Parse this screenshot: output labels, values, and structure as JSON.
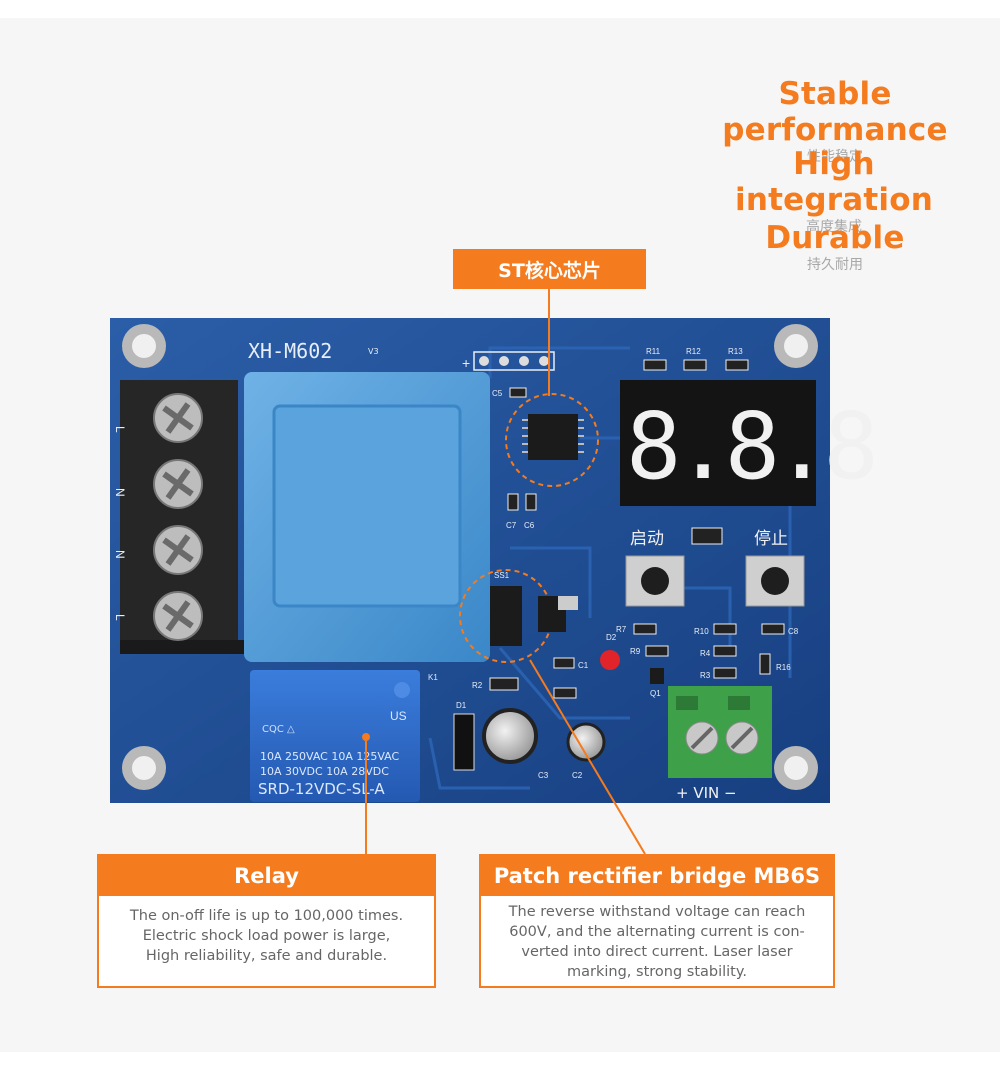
{
  "features": [
    {
      "title": "Stable performance",
      "subtitle": "性能稳定"
    },
    {
      "title": "High integration",
      "subtitle": "高度集成"
    },
    {
      "title": "Durable",
      "subtitle": "持久耐用"
    }
  ],
  "chip_tag": "ST核心芯片",
  "board": {
    "model": "XH-M602",
    "version": "V3",
    "display_digits": "8.8.8",
    "start_label": "启动",
    "stop_label": "停止",
    "vin_label": "+ VIN −",
    "relay_lines": [
      "10A 250VAC  10A 125VAC",
      "10A  30VDC  10A  28VDC",
      "SRD-12VDC-SL-A"
    ],
    "relay_us": "US",
    "silkscreen": {
      "r11": "R11",
      "r12": "R12",
      "r13": "R13",
      "c5": "C5",
      "c7": "C7",
      "c6": "C6",
      "ss1": "SS1",
      "r7": "R7",
      "r9": "R9",
      "d2": "D2",
      "c1": "C1",
      "r2": "R2",
      "d1": "D1",
      "c3": "C3",
      "c2": "C2",
      "r10": "R10",
      "r4": "R4",
      "r3": "R3",
      "c8": "C8",
      "r16": "R16",
      "q1": "Q1",
      "k1": "K1",
      "plus": "+"
    },
    "terminal_labels": [
      "L",
      "N",
      "N",
      "L"
    ]
  },
  "callouts": {
    "relay": {
      "title": "Relay",
      "lines": [
        "The on-off life is up to 100,000 times.",
        "Electric shock load power is large,",
        "High reliability, safe and durable."
      ]
    },
    "bridge": {
      "title": "Patch rectifier bridge MB6S",
      "lines": [
        "The reverse withstand voltage can reach",
        "600V, and the alternating current is con-",
        "verted into direct current. Laser laser",
        "marking, strong stability."
      ]
    }
  },
  "colors": {
    "accent": "#f47b1e",
    "pcb": "#1f4d94",
    "relay": "#2f6fd0",
    "transformer": "#4f9ad6",
    "terminal_green": "#3fa04a"
  }
}
